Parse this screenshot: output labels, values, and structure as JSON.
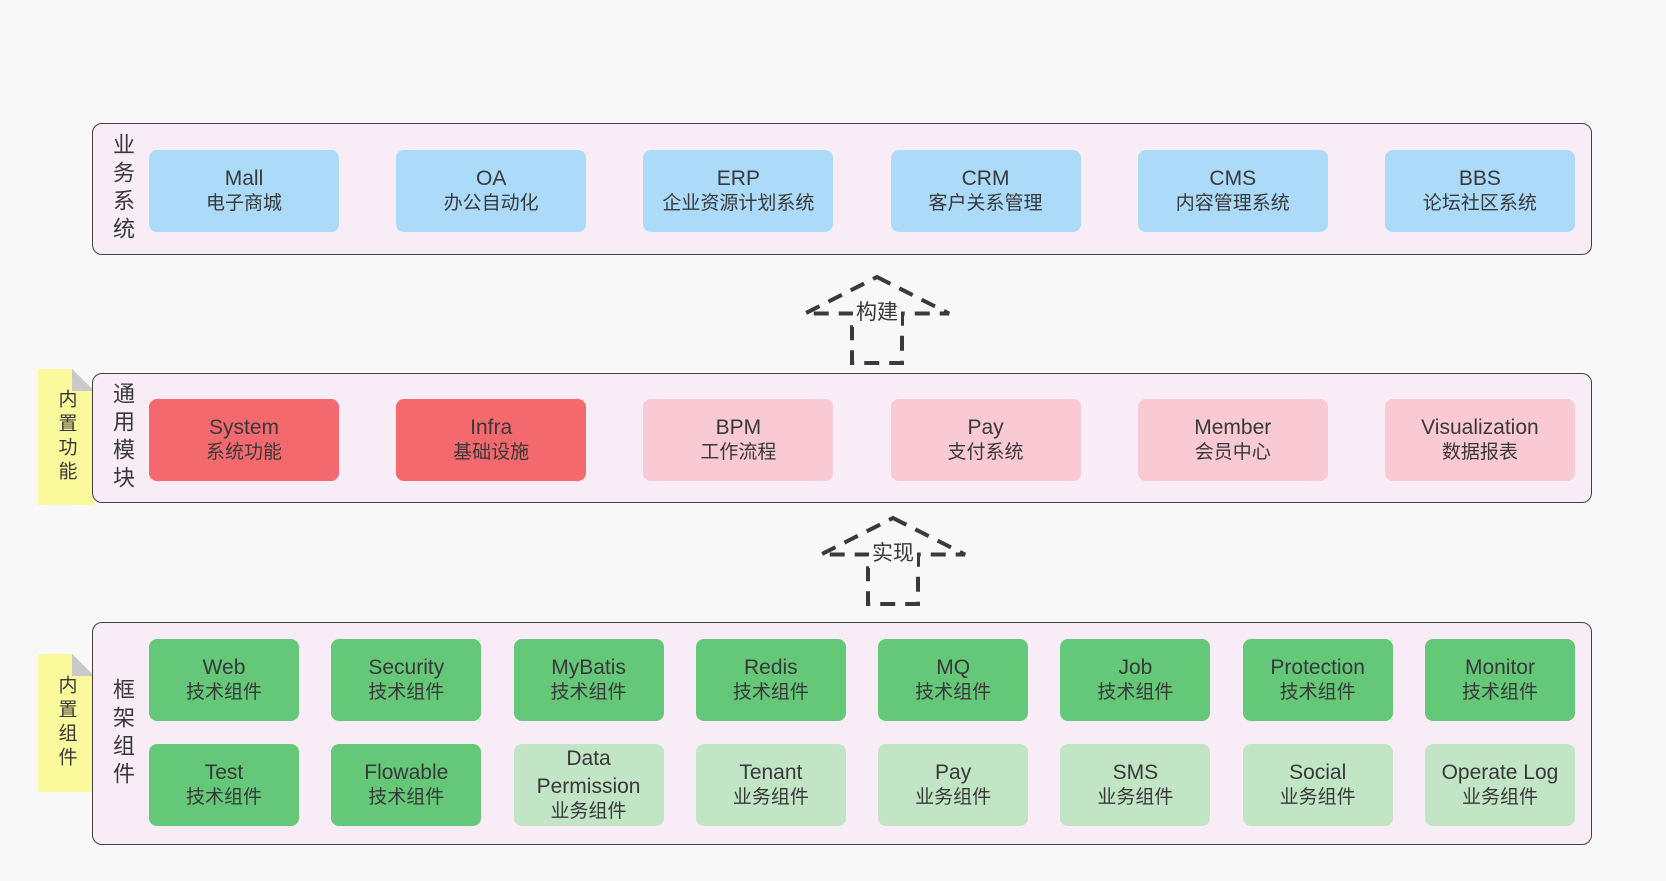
{
  "colors": {
    "bg": "#f8f8f8",
    "panel": "#f8ecf6",
    "panelBorder": "#414141",
    "arrow": "#3a3a3a",
    "text": "#38383a",
    "blue": "#abdbf8",
    "red": "#f4696d",
    "pink": "#f9c9d4",
    "green": "#65c878",
    "lightGreen": "#c2e6c5",
    "yellow": "#fafa9d",
    "fold": "#c9c9c9"
  },
  "arrows": [
    {
      "label": "构建"
    },
    {
      "label": "实现"
    }
  ],
  "layers": [
    {
      "label": "业务系统",
      "rows": [
        [
          {
            "title": "Mall",
            "subtitle": "电子商城",
            "color": "blue"
          },
          {
            "title": "OA",
            "subtitle": "办公自动化",
            "color": "blue"
          },
          {
            "title": "ERP",
            "subtitle": "企业资源计划系统",
            "color": "blue"
          },
          {
            "title": "CRM",
            "subtitle": "客户关系管理",
            "color": "blue"
          },
          {
            "title": "CMS",
            "subtitle": "内容管理系统",
            "color": "blue"
          },
          {
            "title": "BBS",
            "subtitle": "论坛社区系统",
            "color": "blue"
          }
        ]
      ]
    },
    {
      "label": "通用模块",
      "tag": "内置功能",
      "rows": [
        [
          {
            "title": "System",
            "subtitle": "系统功能",
            "color": "red"
          },
          {
            "title": "Infra",
            "subtitle": "基础设施",
            "color": "red"
          },
          {
            "title": "BPM",
            "subtitle": "工作流程",
            "color": "pink"
          },
          {
            "title": "Pay",
            "subtitle": "支付系统",
            "color": "pink"
          },
          {
            "title": "Member",
            "subtitle": "会员中心",
            "color": "pink"
          },
          {
            "title": "Visualization",
            "subtitle": "数据报表",
            "color": "pink"
          }
        ]
      ]
    },
    {
      "label": "框架组件",
      "tag": "内置组件",
      "rows": [
        [
          {
            "title": "Web",
            "subtitle": "技术组件",
            "color": "green"
          },
          {
            "title": "Security",
            "subtitle": "技术组件",
            "color": "green"
          },
          {
            "title": "MyBatis",
            "subtitle": "技术组件",
            "color": "green"
          },
          {
            "title": "Redis",
            "subtitle": "技术组件",
            "color": "green"
          },
          {
            "title": "MQ",
            "subtitle": "技术组件",
            "color": "green"
          },
          {
            "title": "Job",
            "subtitle": "技术组件",
            "color": "green"
          },
          {
            "title": "Protection",
            "subtitle": "技术组件",
            "color": "green"
          },
          {
            "title": "Monitor",
            "subtitle": "技术组件",
            "color": "green"
          }
        ],
        [
          {
            "title": "Test",
            "subtitle": "技术组件",
            "color": "green"
          },
          {
            "title": "Flowable",
            "subtitle": "技术组件",
            "color": "green"
          },
          {
            "title": "Data Permission",
            "subtitle": "业务组件",
            "color": "lightGreen"
          },
          {
            "title": "Tenant",
            "subtitle": "业务组件",
            "color": "lightGreen"
          },
          {
            "title": "Pay",
            "subtitle": "业务组件",
            "color": "lightGreen"
          },
          {
            "title": "SMS",
            "subtitle": "业务组件",
            "color": "lightGreen"
          },
          {
            "title": "Social",
            "subtitle": "业务组件",
            "color": "lightGreen"
          },
          {
            "title": "Operate Log",
            "subtitle": "业务组件",
            "color": "lightGreen"
          }
        ]
      ]
    }
  ]
}
